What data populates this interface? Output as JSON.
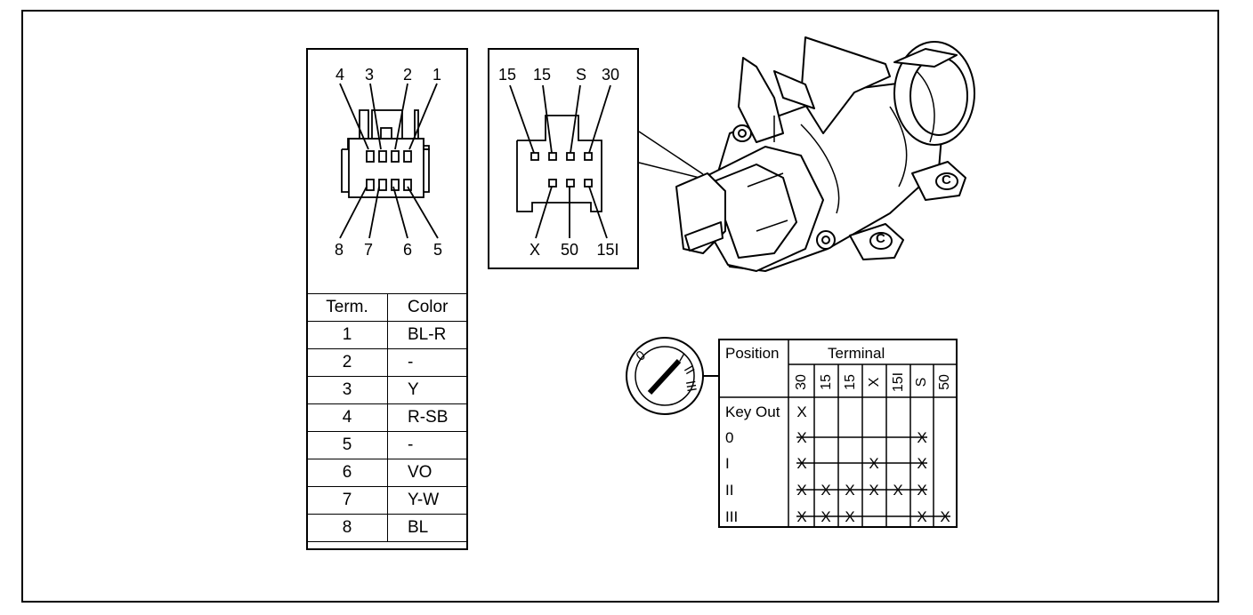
{
  "connector_left": {
    "top_pins": [
      "4",
      "3",
      "2",
      "1"
    ],
    "bottom_pins": [
      "8",
      "7",
      "6",
      "5"
    ]
  },
  "color_table": {
    "headers": {
      "term": "Term.",
      "color": "Color"
    },
    "rows": [
      {
        "term": "1",
        "color": "BL-R"
      },
      {
        "term": "2",
        "color": "-"
      },
      {
        "term": "3",
        "color": "Y"
      },
      {
        "term": "4",
        "color": "R-SB"
      },
      {
        "term": "5",
        "color": "-"
      },
      {
        "term": "6",
        "color": "VO"
      },
      {
        "term": "7",
        "color": "Y-W"
      },
      {
        "term": "8",
        "color": "BL"
      }
    ]
  },
  "connector_mid": {
    "top_pins": [
      "15",
      "15",
      "S",
      "30"
    ],
    "bottom_pins": [
      "X",
      "50",
      "15I"
    ]
  },
  "position_table": {
    "position_header": "Position",
    "terminal_header": "Terminal",
    "terminals": [
      "30",
      "15",
      "15",
      "X",
      "15I",
      "S",
      "50"
    ],
    "rows": [
      {
        "position": "Key Out",
        "marks": [
          1,
          0,
          0,
          0,
          0,
          0,
          0
        ]
      },
      {
        "position": "0",
        "marks": [
          1,
          0,
          0,
          0,
          0,
          1,
          0
        ]
      },
      {
        "position": "I",
        "marks": [
          1,
          0,
          0,
          1,
          0,
          1,
          0
        ]
      },
      {
        "position": "II",
        "marks": [
          1,
          1,
          1,
          1,
          1,
          1,
          0
        ]
      },
      {
        "position": "III",
        "marks": [
          1,
          1,
          1,
          0,
          0,
          1,
          1
        ]
      }
    ],
    "mark_char": "X"
  },
  "key_dial_labels": [
    "0",
    "I",
    "II",
    "III"
  ],
  "mounting_marks": [
    "C",
    "C"
  ]
}
